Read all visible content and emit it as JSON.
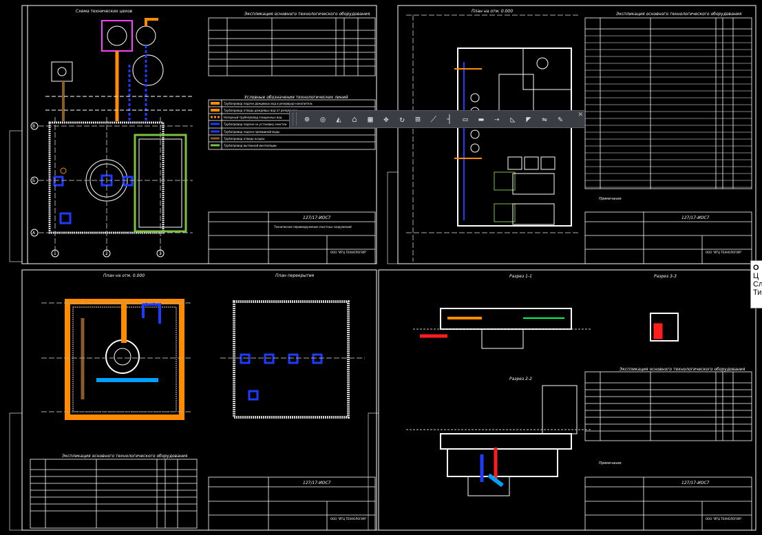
{
  "sheets": [
    {
      "title": "Схема технических цехов",
      "plan_title": "",
      "spec_title": "Экспликация основного технологического оборудования",
      "legend_title": "Условные обозначения технологических линий",
      "legend": [
        "Трубопровод подачи дождевых вод в резервуар-накопитель",
        "Трубопровод отвода дождевых вод от резервуара",
        "Напорный трубопровод очищенных вод",
        "Трубопровод подачи на установку очистки",
        "Трубопровод подачи промывной воды",
        "Трубопровод отвода осадка",
        "Трубопровод вытяжной вентиляции"
      ],
      "stamp": {
        "code": "127/17-ИОС7",
        "title": "Техническое перевооружение очистных сооружений"
      },
      "company": "ООО \"ИТЦ ТЕХНОЛОГИЯ\""
    },
    {
      "title": "План на отм. 0.000",
      "spec_title": "Экспликация основного технологического оборудования",
      "stamp": {
        "code": "127/17-ИОС7"
      },
      "company": "ООО \"ИТЦ ТЕХНОЛОГИЯ\"",
      "note": "Примечание"
    },
    {
      "title": "План на отм. 0.000",
      "plan_title": "План перекрытия",
      "spec_title": "Экспликация основного технологического оборудования",
      "stamp": {
        "code": "127/17-ИОС7"
      },
      "company": "ООО \"ИТЦ ТЕХНОЛОГИЯ\""
    },
    {
      "title": "Разрез 1-1",
      "section_b": "Разрез 3-3",
      "section_c": "Разрез 2-2",
      "spec_title": "Экспликация основного технологического оборудования",
      "stamp": {
        "code": "127/17-ИОС7"
      },
      "company": "ООО \"ИТЦ ТЕХНОЛОГИЯ\"",
      "note": "Примечание"
    }
  ],
  "axes": {
    "rows": [
      "В",
      "Б",
      "А"
    ],
    "cols": [
      "1",
      "2",
      "3"
    ]
  },
  "toolbar": {
    "buttons": [
      "move",
      "copy",
      "mirror",
      "stretch",
      "align",
      "rotate",
      "scale",
      "trim",
      "extend",
      "break",
      "join",
      "fillet",
      "chamfer",
      "explode",
      "array",
      "offset",
      "match"
    ],
    "glyphs": [
      "⊕",
      "◎",
      "◭",
      "⌂",
      "▦",
      "✥",
      "↻",
      "⊞",
      "⟋",
      "┤",
      "▭",
      "▬",
      "⇢",
      "◺",
      "◤",
      "⇋",
      "✎"
    ]
  },
  "tooltip": {
    "head": "О",
    "lines": [
      "Ц",
      "Сл",
      "Ти"
    ]
  },
  "colors": {
    "bg": "#000000",
    "line": "#ffffff",
    "orange": "#ff8c00",
    "blue": "#1e3cff",
    "brown": "#8b5a2b",
    "green": "#7cc242",
    "red": "#ff1e1e",
    "cyan": "#00c8ff"
  }
}
